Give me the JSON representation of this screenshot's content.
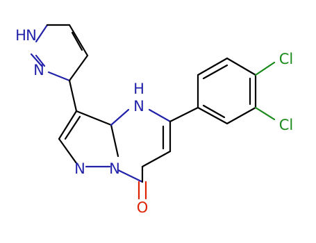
{
  "atoms": {
    "nh_pyrazole": "N",
    "h_pyrazole": "H",
    "n_pyrazole": "N",
    "nh_ring": "N",
    "h_ring": "H",
    "n_bridge": "N",
    "n_pyrazolo": "N",
    "cl_top": "Cl",
    "cl_bottom": "Cl",
    "oxygen": "O"
  },
  "colors": {
    "nitrogen": "#2222aa",
    "chlorine": "#1a8a1a",
    "oxygen": "#dd2200",
    "carbon": "#000000"
  }
}
